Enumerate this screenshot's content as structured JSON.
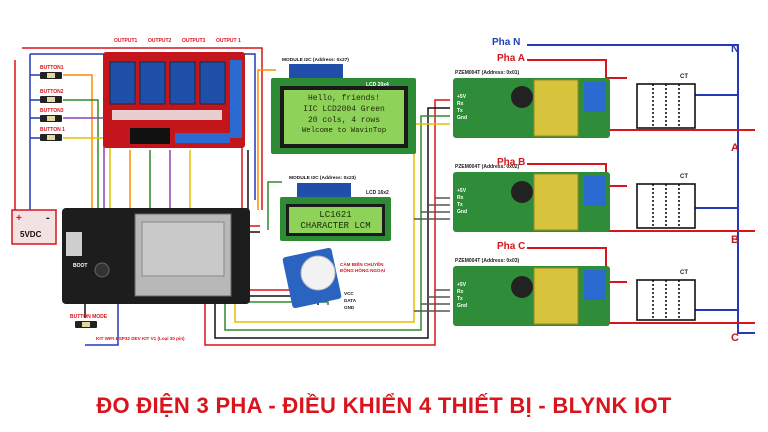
{
  "title": "ĐO ĐIỆN 3 PHA - ĐIỀU KHIỂN 4 THIẾT BỊ - BLYNK IOT",
  "relay_outputs": [
    "OUTPUT1",
    "OUTPUT2",
    "OUTPUT3",
    "OUTPUT 1"
  ],
  "buttons": [
    "BUTTON1",
    "BUTTON2",
    "BUTTON3",
    "BUTTON 1"
  ],
  "button_mode": "BUTTON MODE",
  "power_supply": "5VDC",
  "power_plus": "+",
  "power_minus": "-",
  "esp32_caption": "KIT WIFI ESP32 DEV KIT V1 (Loại 30 pin)",
  "esp32_boot": "BOOT",
  "lcd2004": {
    "module_label": "MODULE I2C (Address: 0x27)",
    "name": "LCD 20x4",
    "lines": [
      "Hello, friends!",
      "IIC LCD2004 Green",
      "20 cols, 4 rows",
      "Welcome to WavinTop"
    ]
  },
  "lcd1602": {
    "module_label": "MODULE I2C (Address: 0x23)",
    "name": "LCD 16x2",
    "lines": [
      "LC1621",
      "CHARACTER LCM"
    ]
  },
  "pir": {
    "label": "CẢM BIẾN CHUYỂN ĐỘNG HỒNG NGOẠI",
    "pins": [
      "VCC",
      "DATA",
      "GND"
    ]
  },
  "pzem": [
    {
      "label": "PZEM004T (Address: 0x01)",
      "pins": [
        "+5V",
        "Rx",
        "Tx",
        "Gnd"
      ]
    },
    {
      "label": "PZEM004T (Address: 0x02)",
      "pins": [
        "+5V",
        "Rx",
        "Tx",
        "Gnd"
      ]
    },
    {
      "label": "PZEM004T (Address: 0x03)",
      "pins": [
        "+5V",
        "Rx",
        "Tx",
        "Gnd"
      ]
    }
  ],
  "ct_label": "CT",
  "phases": {
    "n": "Pha N",
    "a": "Pha A",
    "b": "Pha B",
    "c": "Pha C"
  },
  "load_labels": {
    "n": "N",
    "a": "A",
    "b": "B",
    "c": "C"
  }
}
